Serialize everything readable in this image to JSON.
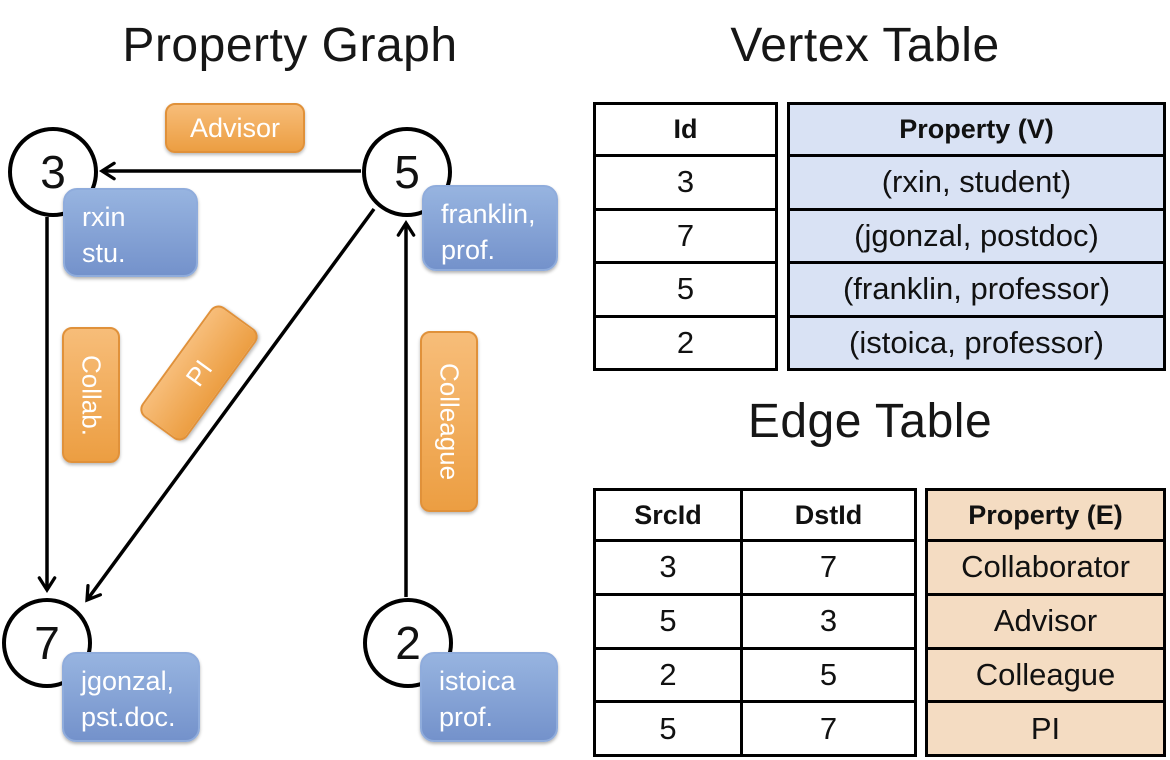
{
  "graph": {
    "title": "Property Graph",
    "nodes": [
      {
        "id": "3",
        "property_lines": [
          "rxin",
          "stu."
        ]
      },
      {
        "id": "5",
        "property_lines": [
          "franklin,",
          "prof."
        ]
      },
      {
        "id": "7",
        "property_lines": [
          "jgonzal,",
          "pst.doc."
        ]
      },
      {
        "id": "2",
        "property_lines": [
          "istoica",
          "prof."
        ]
      }
    ],
    "edges": [
      {
        "label": "Advisor",
        "src": "5",
        "dst": "3"
      },
      {
        "label": "Collab.",
        "src": "3",
        "dst": "7"
      },
      {
        "label": "PI",
        "src": "5",
        "dst": "7"
      },
      {
        "label": "Colleague",
        "src": "2",
        "dst": "5"
      }
    ]
  },
  "vertex_table": {
    "title": "Vertex Table",
    "columns": [
      "Id",
      "Property (V)"
    ],
    "rows": [
      [
        "3",
        "(rxin, student)"
      ],
      [
        "7",
        "(jgonzal, postdoc)"
      ],
      [
        "5",
        "(franklin, professor)"
      ],
      [
        "2",
        "(istoica, professor)"
      ]
    ]
  },
  "edge_table": {
    "title": "Edge Table",
    "columns": [
      "SrcId",
      "DstId",
      "Property (E)"
    ],
    "rows": [
      [
        "3",
        "7",
        "Collaborator"
      ],
      [
        "5",
        "3",
        "Advisor"
      ],
      [
        "2",
        "5",
        "Colleague"
      ],
      [
        "5",
        "7",
        "PI"
      ]
    ]
  },
  "colors": {
    "edge_label_orange_top": "#F7BD79",
    "edge_label_orange_bottom": "#EC9E42",
    "vertex_prop_blue_top": "#97B4E0",
    "vertex_prop_blue_bottom": "#7492CB",
    "vertex_table_fill": "#D9E2F4",
    "edge_table_fill": "#F4DCC2",
    "line_color": "#000000"
  }
}
